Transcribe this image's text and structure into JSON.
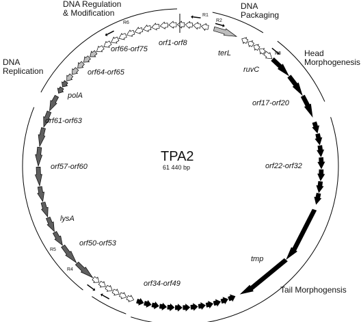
{
  "genome": {
    "name": "TPA2",
    "size": "61 440 bp"
  },
  "modules": {
    "dna_regulation_line1": "DNA Regulation",
    "dna_regulation_line2": "& Modification",
    "dna_packaging_line1": "DNA",
    "dna_packaging_line2": "Packaging",
    "head_morphogenesis_line1": "Head",
    "head_morphogenesis_line2": "Morphogenesis",
    "dna_replication_line1": "DNA",
    "dna_replication_line2": "Replication",
    "tail_morphogenesis": "Tail Morphogensis"
  },
  "gene_labels": {
    "orf1_orf8": "orf1-orf8",
    "terL": "terL",
    "ruvC": "ruvC",
    "orf17_orf20": "orf17-orf20",
    "orf22_orf32": "orf22-orf32",
    "tmp": "tmp",
    "orf34_orf49": "orf34-orf49",
    "orf50_orf53": "orf50-orf53",
    "lysA": "lysA",
    "orf57_orf60": "orf57-orf60",
    "orf61_orf63": "orf61-orf63",
    "polA": "polA",
    "orf64_orf65": "orf64-orf65",
    "orf66_orf75": "orf66-orf75"
  },
  "primers": {
    "r1": "R1",
    "r2": "R2",
    "r3": "R3",
    "r4": "R4",
    "r5": "R5",
    "r6": "R6"
  },
  "colors": {
    "white_genes": "#ffffff",
    "light_gray_genes": "#bdbdbd",
    "dark_gray_genes": "#5f5f5f",
    "black_genes": "#000000",
    "outline": "#000000"
  }
}
